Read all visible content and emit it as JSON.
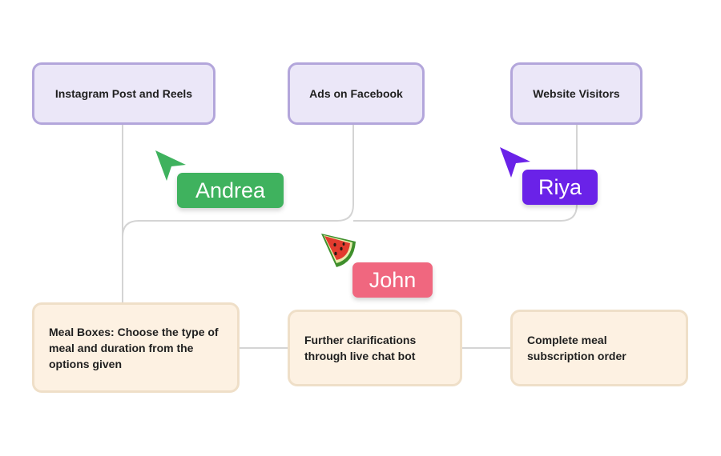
{
  "sources": [
    {
      "label": "Instagram Post and Reels"
    },
    {
      "label": "Ads on Facebook"
    },
    {
      "label": "Website Visitors"
    }
  ],
  "steps": [
    {
      "label": "Meal Boxes: Choose the type of meal and duration from the options given"
    },
    {
      "label": "Further clarifications through live chat bot"
    },
    {
      "label": "Complete meal subscription order"
    }
  ],
  "collaborators": [
    {
      "name": "Andrea",
      "color": "#3fb25e",
      "cursor": "arrow-icon"
    },
    {
      "name": "Riya",
      "color": "#6a22e8",
      "cursor": "arrow-icon"
    },
    {
      "name": "John",
      "color": "#f0677f",
      "cursor": "watermelon-icon"
    }
  ],
  "colors": {
    "source_fill": "#ebe7f8",
    "source_border": "#b3a6db",
    "step_fill": "#fdf1e2",
    "step_border": "#efdfc8",
    "connector": "#d4d4d4"
  }
}
